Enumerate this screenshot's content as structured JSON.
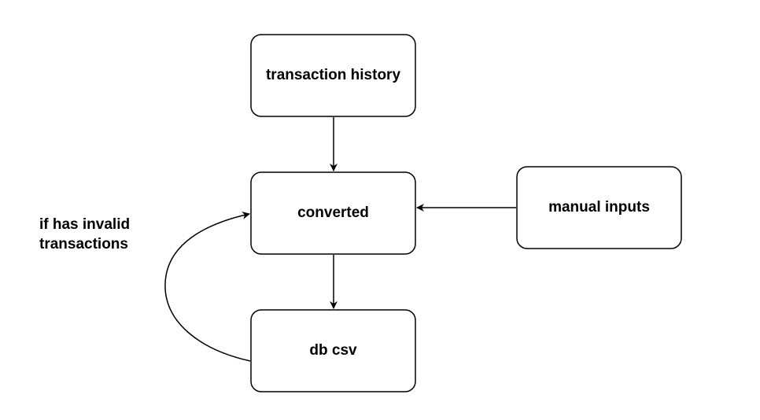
{
  "nodes": {
    "transaction_history": "transaction history",
    "converted": "converted",
    "manual_inputs": "manual inputs",
    "db_csv": "db csv"
  },
  "edges": {
    "loop_label_line1": "if has invalid",
    "loop_label_line2": "transactions"
  },
  "colors": {
    "stroke": "#000000",
    "fill": "#ffffff",
    "background": "#ffffff"
  }
}
